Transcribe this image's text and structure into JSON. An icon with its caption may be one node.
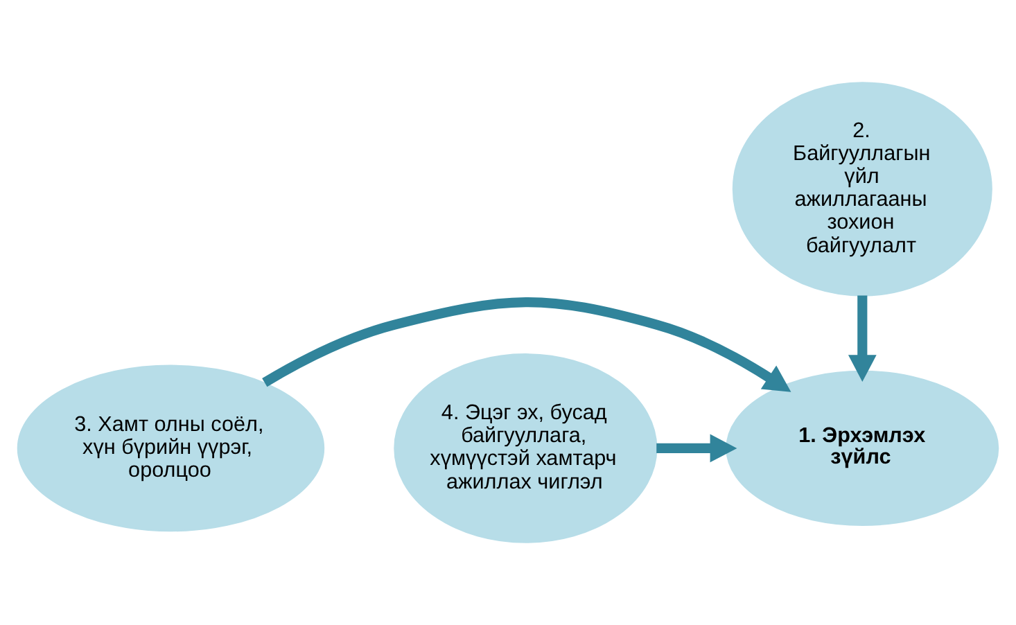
{
  "diagram": {
    "nodes": [
      {
        "text": [
          "1. Эрхэмлэх зүйлс"
        ]
      },
      {
        "text": [
          "2. Байгууллагын үйл ажиллагааны зохион байгуулалт"
        ]
      },
      {
        "text": [
          "3. Хамт олны соёл, хүн бүрийн үүрэг, оролцоо"
        ]
      },
      {
        "text": [
          "4. Эцэг эх, бусад байгууллага, хүмүүстэй хамтарч ажиллах чиглэл"
        ]
      }
    ],
    "edges": [
      {
        "from": 1,
        "to": 0,
        "arrow": "to"
      },
      {
        "from": 2,
        "to": 0,
        "arrow": "to"
      },
      {
        "from": 3,
        "to": 0,
        "arrow": "to"
      }
    ]
  }
}
